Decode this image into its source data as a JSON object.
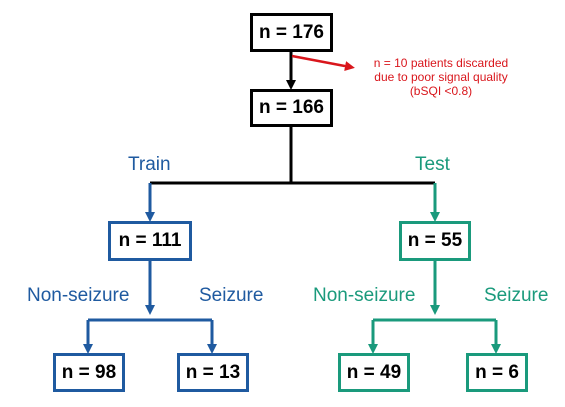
{
  "colors": {
    "black": "#000000",
    "train": "#1f5aa0",
    "test": "#1a9a7c",
    "discard": "#d9161c"
  },
  "root": {
    "label": "n = 176"
  },
  "discarded_note": {
    "line1": "n = 10 patients discarded",
    "line2": "due to poor signal quality",
    "line3": "(bSQI <0.8)"
  },
  "included": {
    "label": "n = 166"
  },
  "train": {
    "branch_label": "Train",
    "box_label": "n = 111",
    "non_seizure_label": "Non-seizure",
    "seizure_label": "Seizure",
    "non_seizure_box": "n = 98",
    "seizure_box": "n = 13"
  },
  "test": {
    "branch_label": "Test",
    "box_label": "n = 55",
    "non_seizure_label": "Non-seizure",
    "seizure_label": "Seizure",
    "non_seizure_box": "n = 49",
    "seizure_box": "n = 6"
  }
}
